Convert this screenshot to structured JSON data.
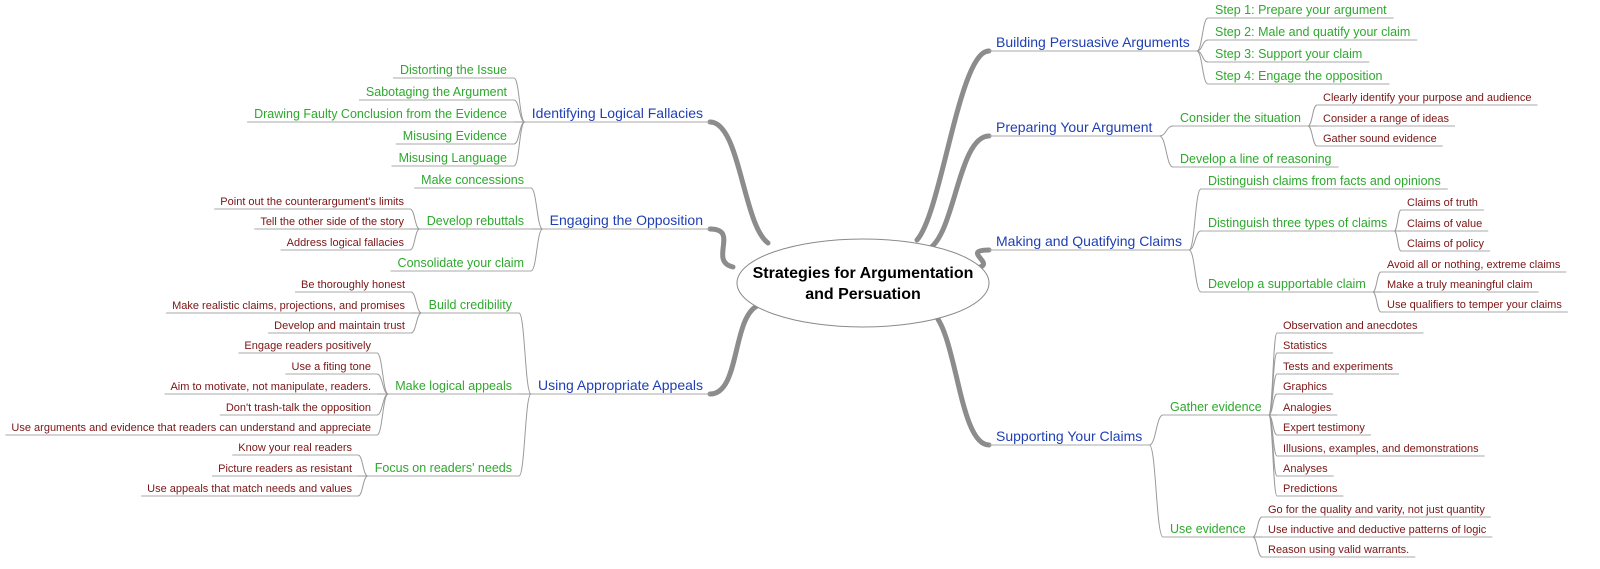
{
  "central": {
    "lines": [
      "Strategies for Argumentation",
      "and Persuation"
    ]
  },
  "colors": {
    "main": "#1f3fb3",
    "sub": "#2ea82e",
    "leaf": "#7a1515",
    "lines": "#9a9a9a"
  },
  "branches": {
    "building_persuasive_arguments": {
      "label": "Building Persuasive Arguments",
      "children": [
        {
          "label": "Step 1: Prepare your argument"
        },
        {
          "label": "Step 2: Male and quatify your claim"
        },
        {
          "label": "Step 3: Support your claim"
        },
        {
          "label": "Step 4: Engage the opposition"
        }
      ]
    },
    "preparing_your_argument": {
      "label": "Preparing Your Argument",
      "children": [
        {
          "label": "Consider the situation",
          "children": [
            {
              "label": "Clearly identify your purpose and audience"
            },
            {
              "label": "Consider a range of ideas"
            },
            {
              "label": "Gather sound evidence"
            }
          ]
        },
        {
          "label": "Develop a line of reasoning"
        }
      ]
    },
    "making_and_quantifying_claims": {
      "label": "Making and Quatifying Claims",
      "children": [
        {
          "label": "Distinguish claims from facts and opinions"
        },
        {
          "label": "Distinguish three types of claims",
          "children": [
            {
              "label": "Claims of truth"
            },
            {
              "label": "Claims of value"
            },
            {
              "label": "Claims of policy"
            }
          ]
        },
        {
          "label": "Develop a supportable claim",
          "children": [
            {
              "label": "Avoid all or nothing, extreme claims"
            },
            {
              "label": "Make a truly meaningful claim"
            },
            {
              "label": "Use qualifiers to temper your claims"
            }
          ]
        }
      ]
    },
    "supporting_your_claims": {
      "label": "Supporting Your Claims",
      "children": [
        {
          "label": "Gather evidence",
          "children": [
            {
              "label": "Observation and anecdotes"
            },
            {
              "label": "Statistics"
            },
            {
              "label": "Tests and experiments"
            },
            {
              "label": "Graphics"
            },
            {
              "label": "Analogies"
            },
            {
              "label": "Expert testimony"
            },
            {
              "label": "Illusions, examples, and demonstrations"
            },
            {
              "label": "Analyses"
            },
            {
              "label": "Predictions"
            }
          ]
        },
        {
          "label": "Use evidence",
          "children": [
            {
              "label": "Go for the quality and varity, not just quantity"
            },
            {
              "label": "Use inductive and deductive patterns of logic"
            },
            {
              "label": "Reason using valid warrants."
            }
          ]
        }
      ]
    },
    "identifying_logical_fallacies": {
      "label": "Identifying Logical Fallacies",
      "children": [
        {
          "label": "Distorting the Issue"
        },
        {
          "label": "Sabotaging the Argument"
        },
        {
          "label": "Drawing Faulty Conclusion from the Evidence"
        },
        {
          "label": "Misusing Evidence"
        },
        {
          "label": "Misusing Language"
        }
      ]
    },
    "engaging_the_opposition": {
      "label": "Engaging the Opposition",
      "children": [
        {
          "label": "Make concessions"
        },
        {
          "label": "Develop rebuttals",
          "children": [
            {
              "label": "Point out the counterargument's limits"
            },
            {
              "label": "Tell the other side of the story"
            },
            {
              "label": "Address logical fallacies"
            }
          ]
        },
        {
          "label": "Consolidate your claim"
        }
      ]
    },
    "using_appropriate_appeals": {
      "label": "Using Appropriate Appeals",
      "children": [
        {
          "label": "Build credibility",
          "children": [
            {
              "label": "Be thoroughly honest"
            },
            {
              "label": "Make realistic claims, projections, and promises"
            },
            {
              "label": "Develop and maintain trust"
            }
          ]
        },
        {
          "label": "Make logical appeals",
          "children": [
            {
              "label": "Engage readers positively"
            },
            {
              "label": "Use a fiting tone"
            },
            {
              "label": "Aim to motivate, not manipulate, readers."
            },
            {
              "label": "Don't trash-talk the opposition"
            },
            {
              "label": "Use arguments and evidence that readers can understand and appreciate"
            }
          ]
        },
        {
          "label": "Focus on readers' needs",
          "children": [
            {
              "label": "Know your real readers"
            },
            {
              "label": "Picture readers as resistant"
            },
            {
              "label": "Use appeals that match needs and values"
            }
          ]
        }
      ]
    }
  }
}
